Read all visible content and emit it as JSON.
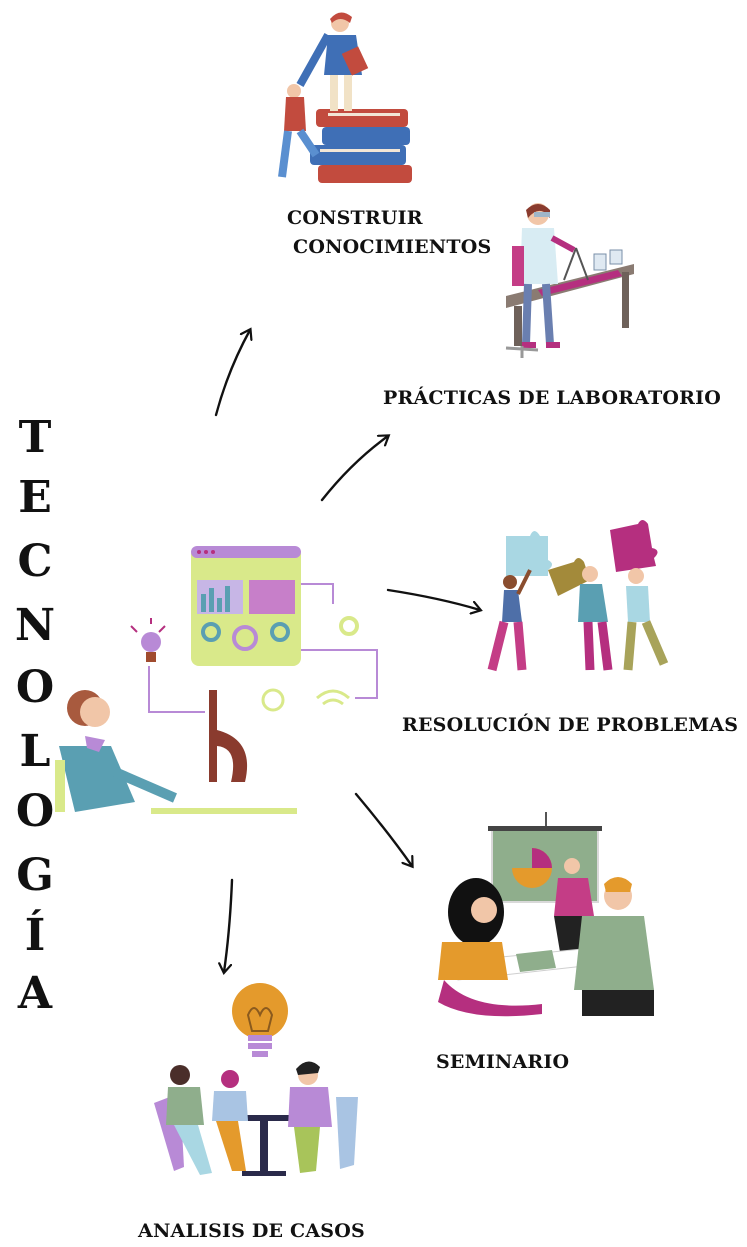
{
  "title_letters": [
    "T",
    "E",
    "C",
    "N",
    "O",
    "L",
    "O",
    "G",
    "Í",
    "A"
  ],
  "labels": {
    "construir_1": "CONSTRUIR",
    "construir_2": "CONOCIMIENTOS",
    "laboratorio": "PRÁCTICAS DE LABORATORIO",
    "problemas": "RESOLUCIÓN DE PROBLEMAS",
    "seminario": "SEMINARIO",
    "casos": "ANALISIS DE CASOS"
  },
  "icons": {
    "center": "person-at-computer-illustration",
    "construir": "people-on-stacked-books-illustration",
    "laboratorio": "scientist-at-lab-table-illustration",
    "problemas": "people-with-puzzle-pieces-illustration",
    "seminario": "meeting-presentation-illustration",
    "casos": "team-lightbulb-table-illustration"
  },
  "colors": {
    "text": "#111111",
    "arrow": "#111111",
    "magenta": "#b52f7f",
    "teal": "#5a9fb2",
    "lime": "#d9e98a",
    "orange": "#e49a2c",
    "sage": "#8fae8c",
    "brown": "#8a3b2e",
    "lavender": "#b88ad6"
  }
}
